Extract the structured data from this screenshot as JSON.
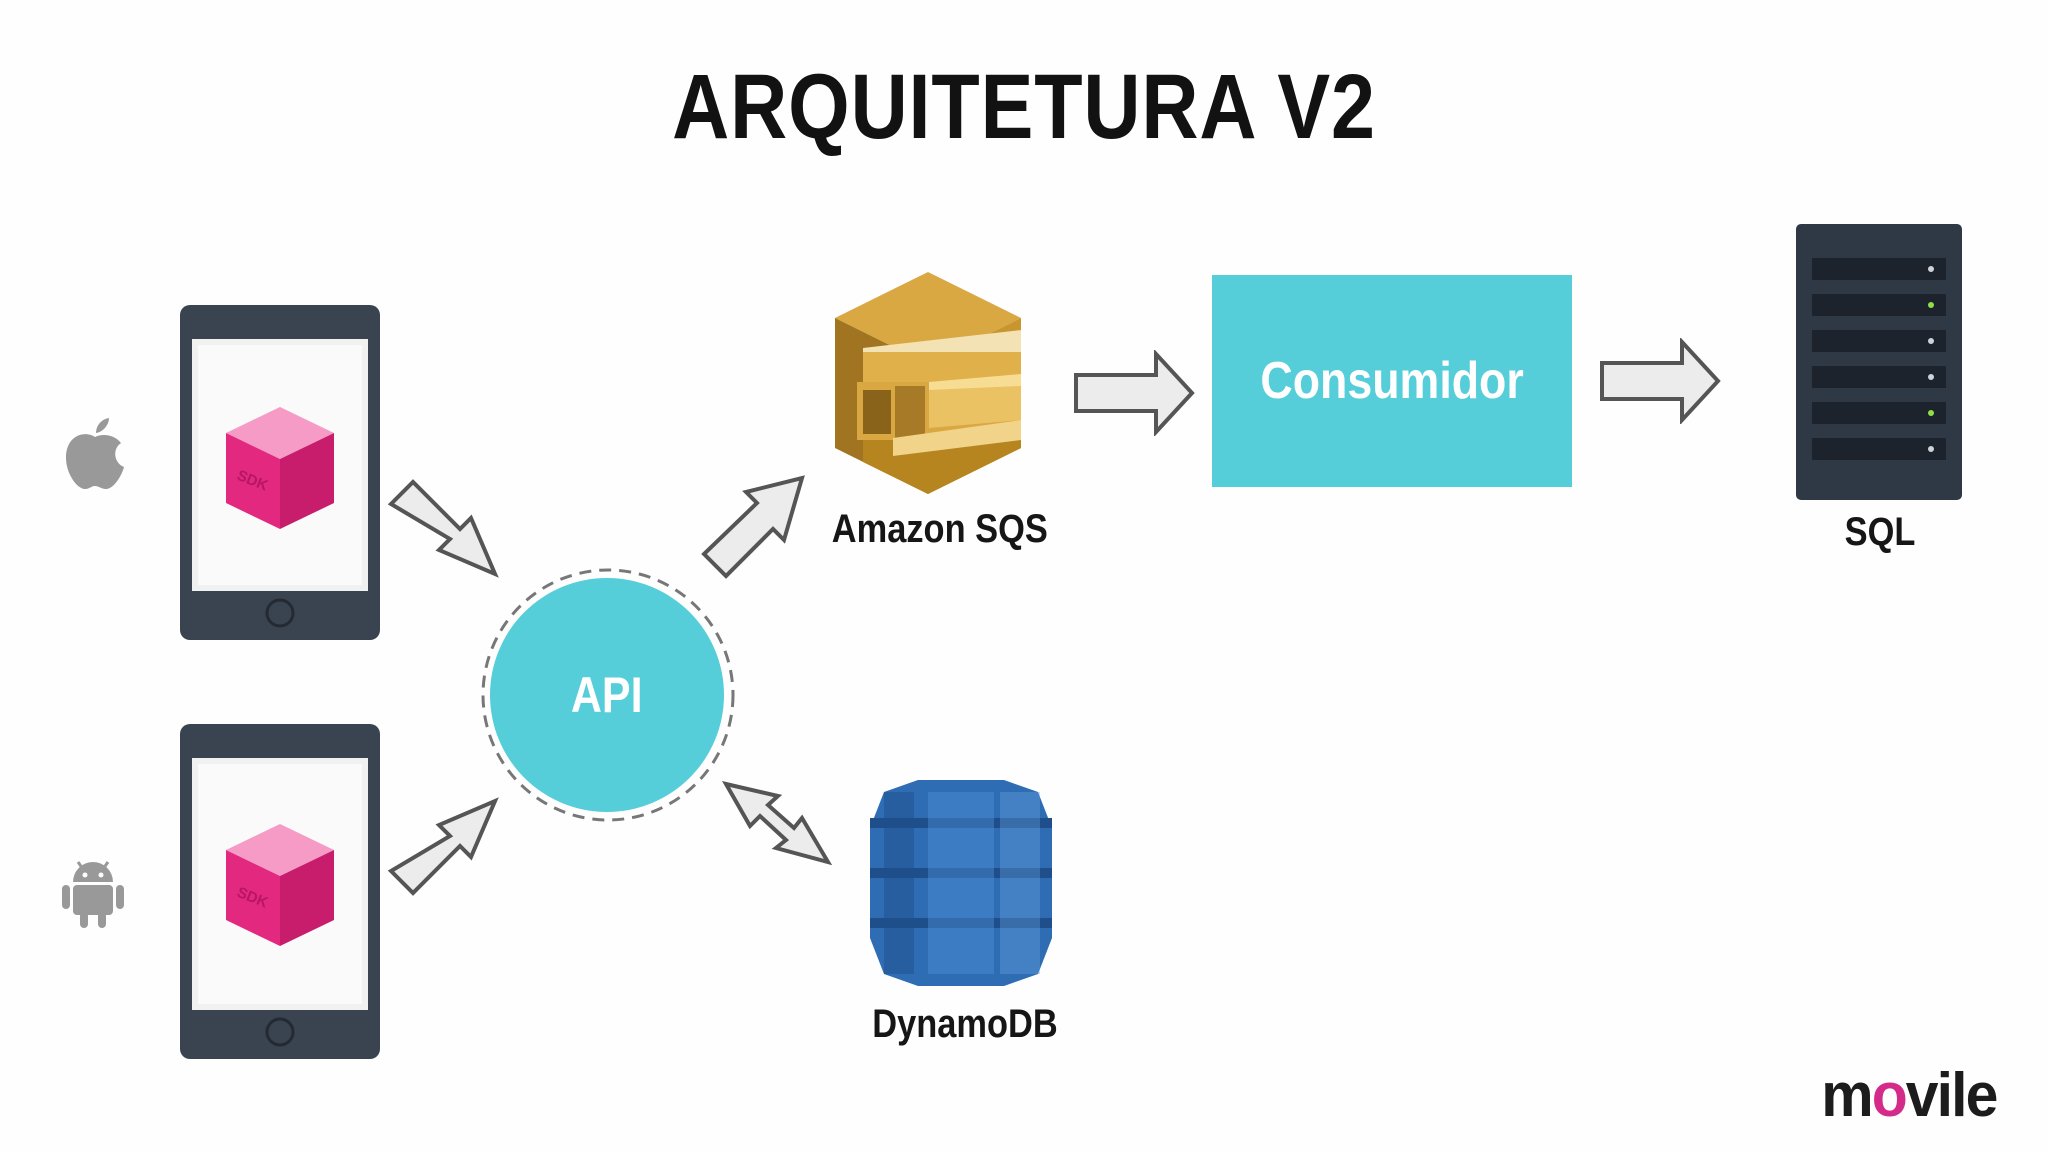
{
  "title": "ARQUITETURA V2",
  "nodes": {
    "api": "API",
    "sqs": "Amazon SQS",
    "consumer": "Consumidor",
    "sql": "SQL",
    "dynamo": "DynamoDB",
    "sdk_ios": "SDK",
    "sdk_android": "SDK"
  },
  "brand": {
    "prefix": "m",
    "highlight": "o",
    "suffix": "vile"
  },
  "colors": {
    "teal": "#56ceda",
    "sdk_pink": "#d9247a",
    "phone_frame": "#3a4450",
    "sqs_gold": "#c99a2e",
    "dynamo_blue": "#2e6db4",
    "server_dark": "#2f3845",
    "brand_magenta": "#d42b8a"
  },
  "icons": [
    "apple-icon",
    "android-icon",
    "sdk-box-icon",
    "sqs-icon",
    "dynamodb-icon",
    "server-icon",
    "arrow-icon"
  ]
}
